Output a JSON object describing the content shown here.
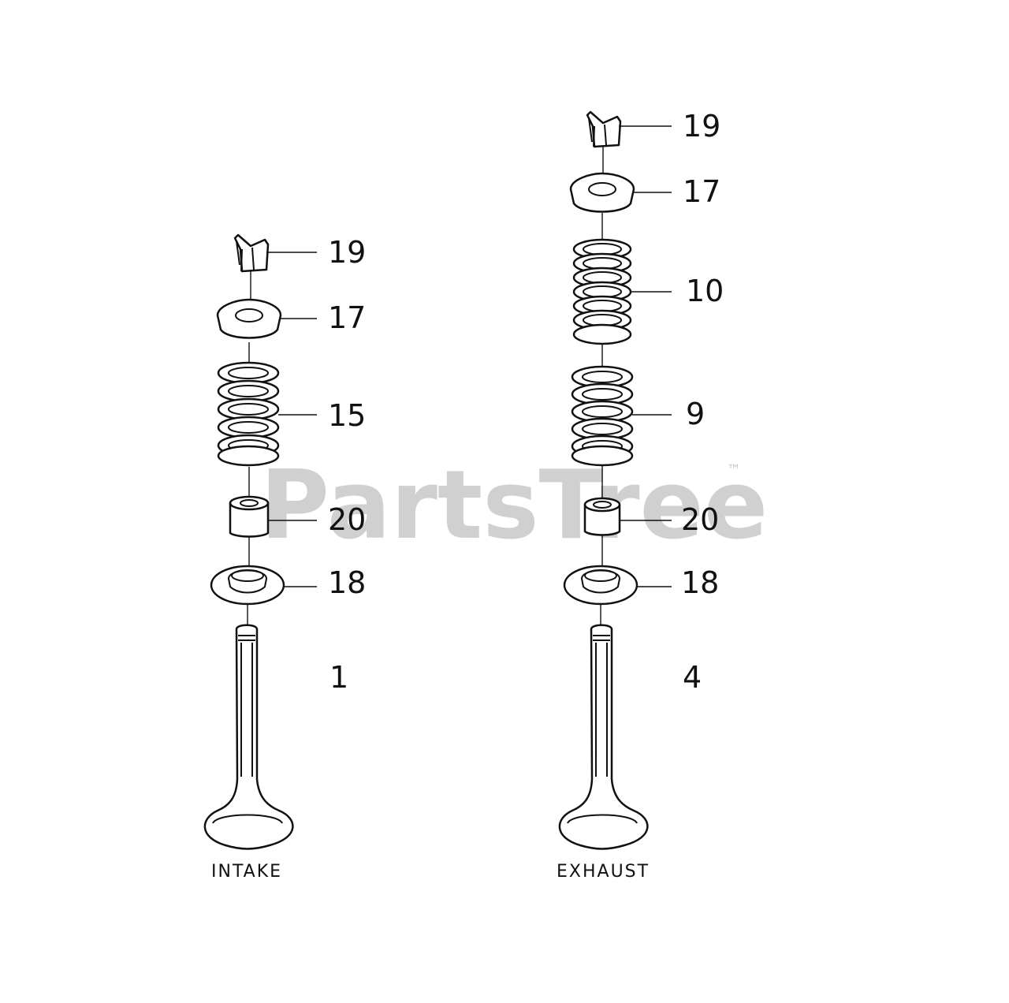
{
  "watermark": {
    "text": "PartsTree",
    "trademark": "™"
  },
  "assemblies": [
    {
      "caption": "INTAKE",
      "callouts": [
        "19",
        "17",
        "15",
        "20",
        "18",
        "1"
      ]
    },
    {
      "caption": "EXHAUST",
      "callouts": [
        "19",
        "17",
        "10",
        "9",
        "20",
        "18",
        "4"
      ]
    }
  ]
}
